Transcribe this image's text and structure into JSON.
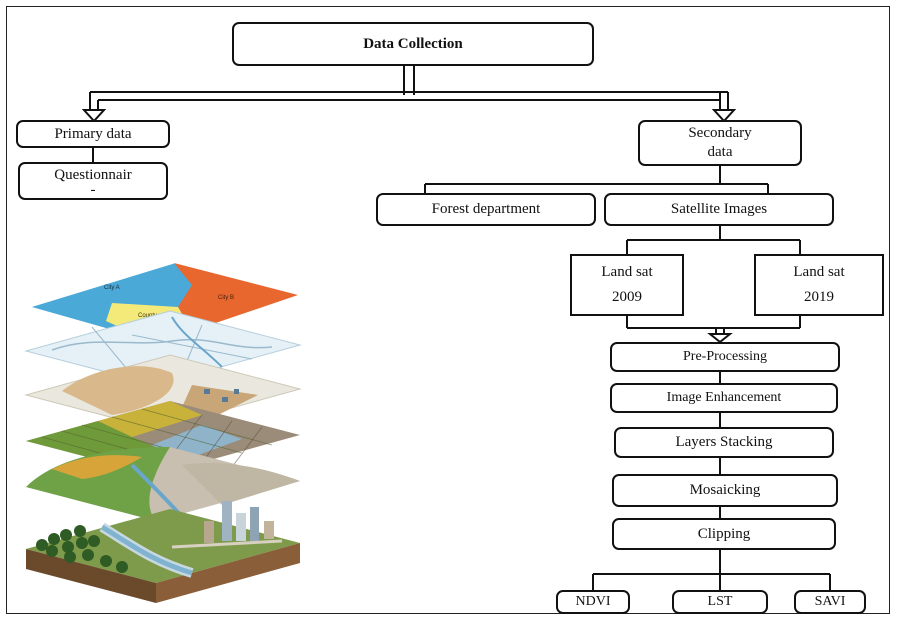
{
  "diagram": {
    "title": "Data Collection",
    "primary": {
      "label": "Primary data",
      "method": [
        "Questionnair",
        "-"
      ]
    },
    "secondary": {
      "label": [
        "Secondary",
        "data"
      ],
      "sources": [
        "Forest department",
        "Satellite Images"
      ],
      "satellites": [
        {
          "name": "Land sat",
          "year": "2009"
        },
        {
          "name": "Land sat",
          "year": "2019"
        }
      ],
      "processing": [
        "Pre-Processing",
        "Image Enhancement",
        "Layers Stacking",
        "Mosaicking",
        "Clipping"
      ],
      "indices": [
        "NDVI",
        "LST",
        "SAVI"
      ]
    },
    "illustration": {
      "map_labels": [
        "City A",
        "City B",
        "County"
      ]
    },
    "colors": {
      "line": "#111111",
      "map_blue": "#4aa9d6",
      "map_orange": "#e8672f",
      "map_yellow": "#f3ea7a"
    }
  }
}
